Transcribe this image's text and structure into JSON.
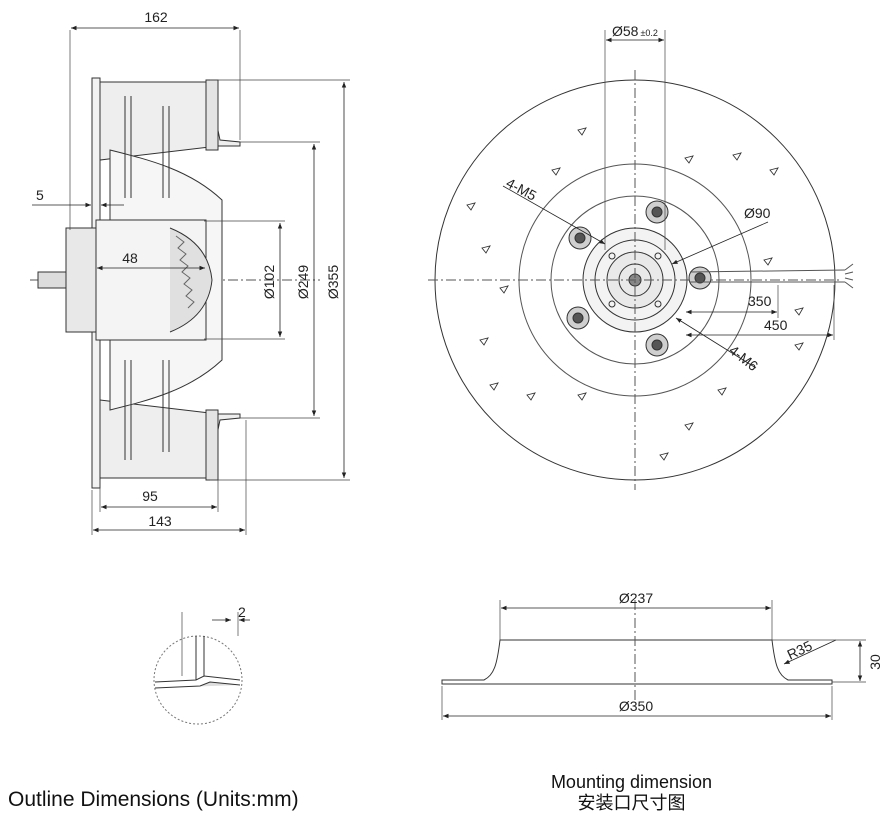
{
  "side_view": {
    "dim_162": "162",
    "dim_5": "5",
    "dim_48": "48",
    "dim_d102": "Ø102",
    "dim_d249": "Ø249",
    "dim_d355": "Ø355",
    "dim_95": "95",
    "dim_143": "143"
  },
  "front_view": {
    "dim_d58": "Ø58",
    "dim_d58_tol": "±0.2",
    "label_4m5": "4-M5",
    "dim_d90": "Ø90",
    "dim_350": "350",
    "dim_450": "450",
    "label_4m6": "4-M6"
  },
  "detail_view": {
    "dim_2": "2"
  },
  "mounting_view": {
    "dim_d237": "Ø237",
    "dim_r35": "R35",
    "dim_30": "30",
    "dim_d350": "Ø350"
  },
  "captions": {
    "outline": "Outline Dimensions (Units:mm)",
    "mounting_en": "Mounting dimension",
    "mounting_cn": "安装口尺寸图"
  }
}
